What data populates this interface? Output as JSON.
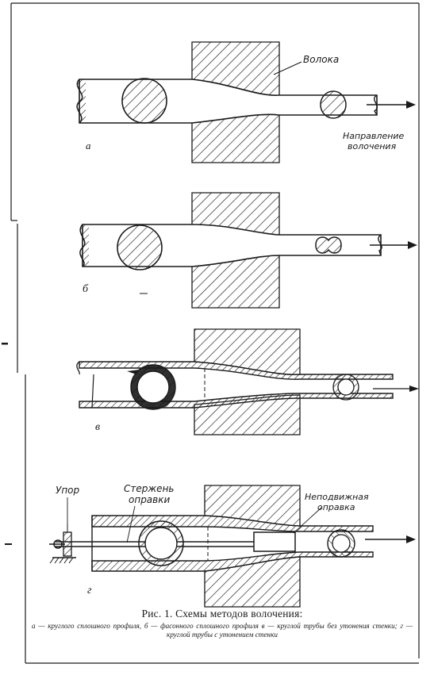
{
  "labels": {
    "die": "Волока",
    "direction_line1": "Направление",
    "direction_line2": "волочения",
    "stop": "Упор",
    "mandrel_rod_line1": "Стержень",
    "mandrel_rod_line2": "оправки",
    "fixed_mandrel_line1": "Неподвижная",
    "fixed_mandrel_line2": "оправка"
  },
  "panels": {
    "a": "а",
    "b": "б",
    "v": "в",
    "g": "г"
  },
  "caption": {
    "title": "Рис. 1. Схемы методов волочения:",
    "body": "а — круглого сплошного профиля, б — фасонного сплошного профиля в — круглой трубы без утонения стенки; г — круглой трубы с утонением стенки"
  }
}
